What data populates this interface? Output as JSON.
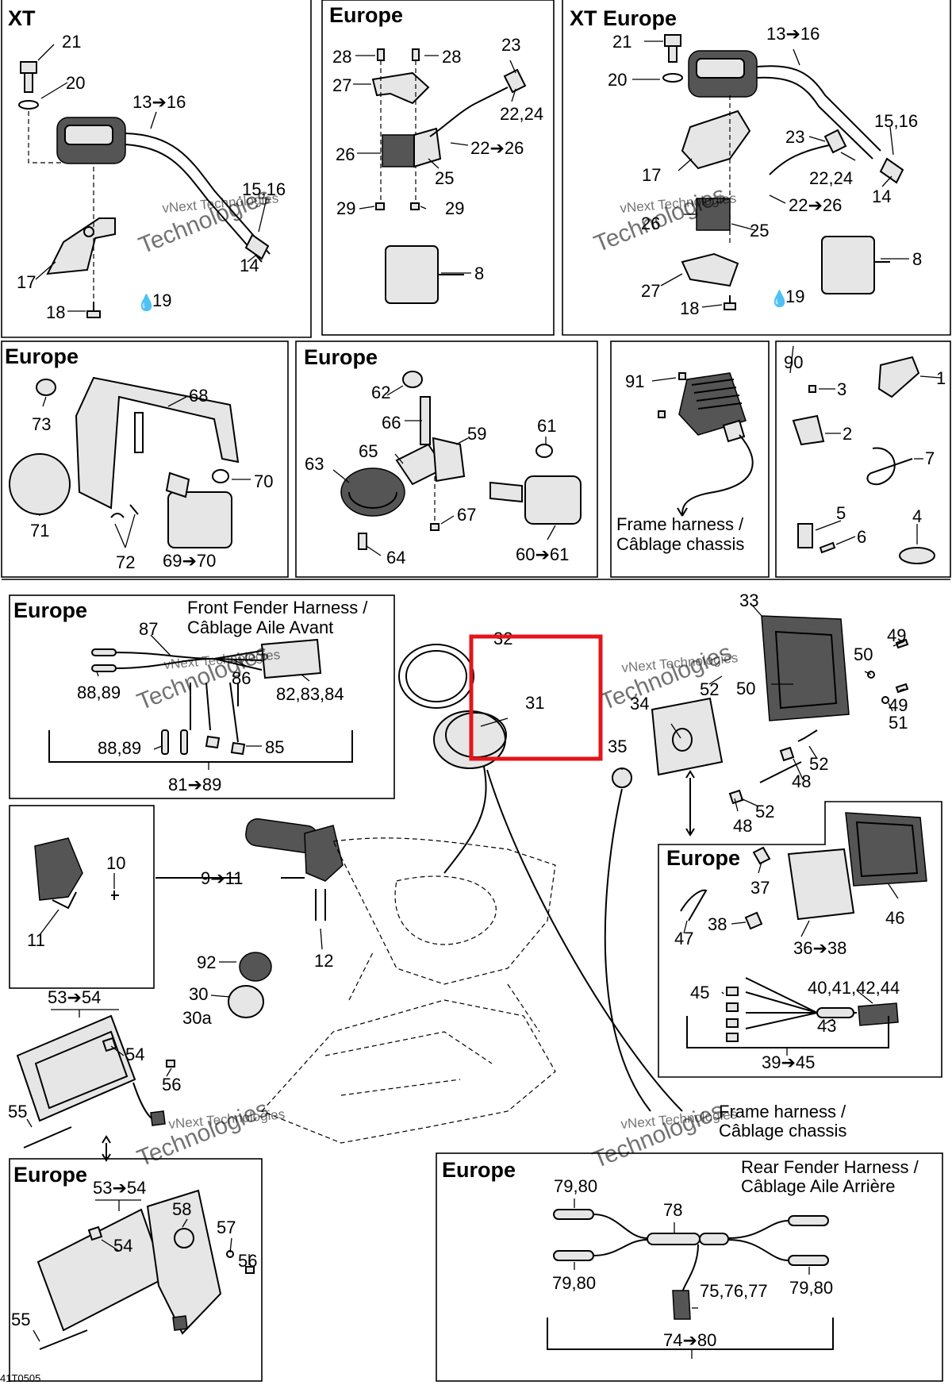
{
  "diagram_id": "41T0505",
  "highlight_color": "#e5141b",
  "panels": {
    "xt": "XT",
    "europe_a": "Europe",
    "xt_europe": "XT Europe",
    "europe_b": "Europe",
    "europe_c": "Europe",
    "europe_front_fender": "Europe",
    "europe_headlamp": "Europe",
    "europe_taillight": "Europe",
    "europe_rear_fender": "Europe"
  },
  "notes": {
    "frame_harness_1": "Frame harness /",
    "frame_harness_2": "Câblage chassis",
    "frame_harness_main_1": "Frame harness /",
    "frame_harness_main_2": "Câblage chassis",
    "front_fender_1": "Front Fender Harness /",
    "front_fender_2": "Câblage Aile Avant",
    "rear_fender_1": "Rear Fender Harness /",
    "rear_fender_2": "Câblage Aile Arrière"
  },
  "watermark": {
    "line1": "vNext Technologies",
    "line2": "vNext",
    "line3": "Technologies"
  },
  "callouts": {
    "c21a": "21",
    "c20a": "20",
    "c13_16a": "13➔16",
    "c15_16a": "15,16",
    "c14a": "14",
    "c17a": "17",
    "c18a": "18",
    "c19a": "19",
    "c28a": "28",
    "c28b": "28",
    "c27a": "27",
    "c23a": "23",
    "c22_24a": "22,24",
    "c22_26a": "22➔26",
    "c26a": "26",
    "c25a": "25",
    "c29a": "29",
    "c29b": "29",
    "c8a": "8",
    "c21b": "21",
    "c20b": "20",
    "c13_16b": "13➔16",
    "c15_16b": "15,16",
    "c23b": "23",
    "c17b": "17",
    "c22_24b": "22,24",
    "c14b": "14",
    "c26b": "26",
    "c22_26b": "22➔26",
    "c25b": "25",
    "c8b": "8",
    "c27b": "27",
    "c18b": "18",
    "c19b": "19",
    "c68": "68",
    "c73": "73",
    "c70": "70",
    "c71": "71",
    "c72": "72",
    "c69_70": "69➔70",
    "c62": "62",
    "c66": "66",
    "c59": "59",
    "c61": "61",
    "c63": "63",
    "c65": "65",
    "c67": "67",
    "c64": "64",
    "c60_61": "60➔61",
    "c90": "90",
    "c91": "91",
    "c1": "1",
    "c3": "3",
    "c2": "2",
    "c7": "7",
    "c5": "5",
    "c4": "4",
    "c6": "6",
    "c87": "87",
    "c86": "86",
    "c88_89a": "88,89",
    "c82_84": "82,83,84",
    "c88_89b": "88,89",
    "c85": "85",
    "c81_89": "81➔89",
    "c32": "32",
    "c31": "31",
    "c33": "33",
    "c49a": "49",
    "c50a": "50",
    "c52a": "52",
    "c50b": "50",
    "c49b": "49",
    "c34": "34",
    "c51": "51",
    "c35": "35",
    "c52b": "52",
    "c48a": "48",
    "c52c": "52",
    "c48b": "48",
    "c10": "10",
    "c9_11": "9➔11",
    "c11": "11",
    "c12": "12",
    "c92": "92",
    "c30": "30",
    "c30a": "30a",
    "c53_54a": "53➔54",
    "c54a": "54",
    "c56a": "56",
    "c55a": "55",
    "c37": "37",
    "c47": "47",
    "c38": "38",
    "c36_38": "36➔38",
    "c46": "46",
    "c45": "45",
    "c40_44": "40,41,42,44",
    "c43": "43",
    "c39_45": "39➔45",
    "c53_54b": "53➔54",
    "c58": "58",
    "c57": "57",
    "c54b": "54",
    "c56b": "56",
    "c55b": "55",
    "c79_80a": "79,80",
    "c78": "78",
    "c79_80b": "79,80",
    "c79_80c": "79,80",
    "c75_77": "75,76,77",
    "c74_80": "74➔80"
  }
}
